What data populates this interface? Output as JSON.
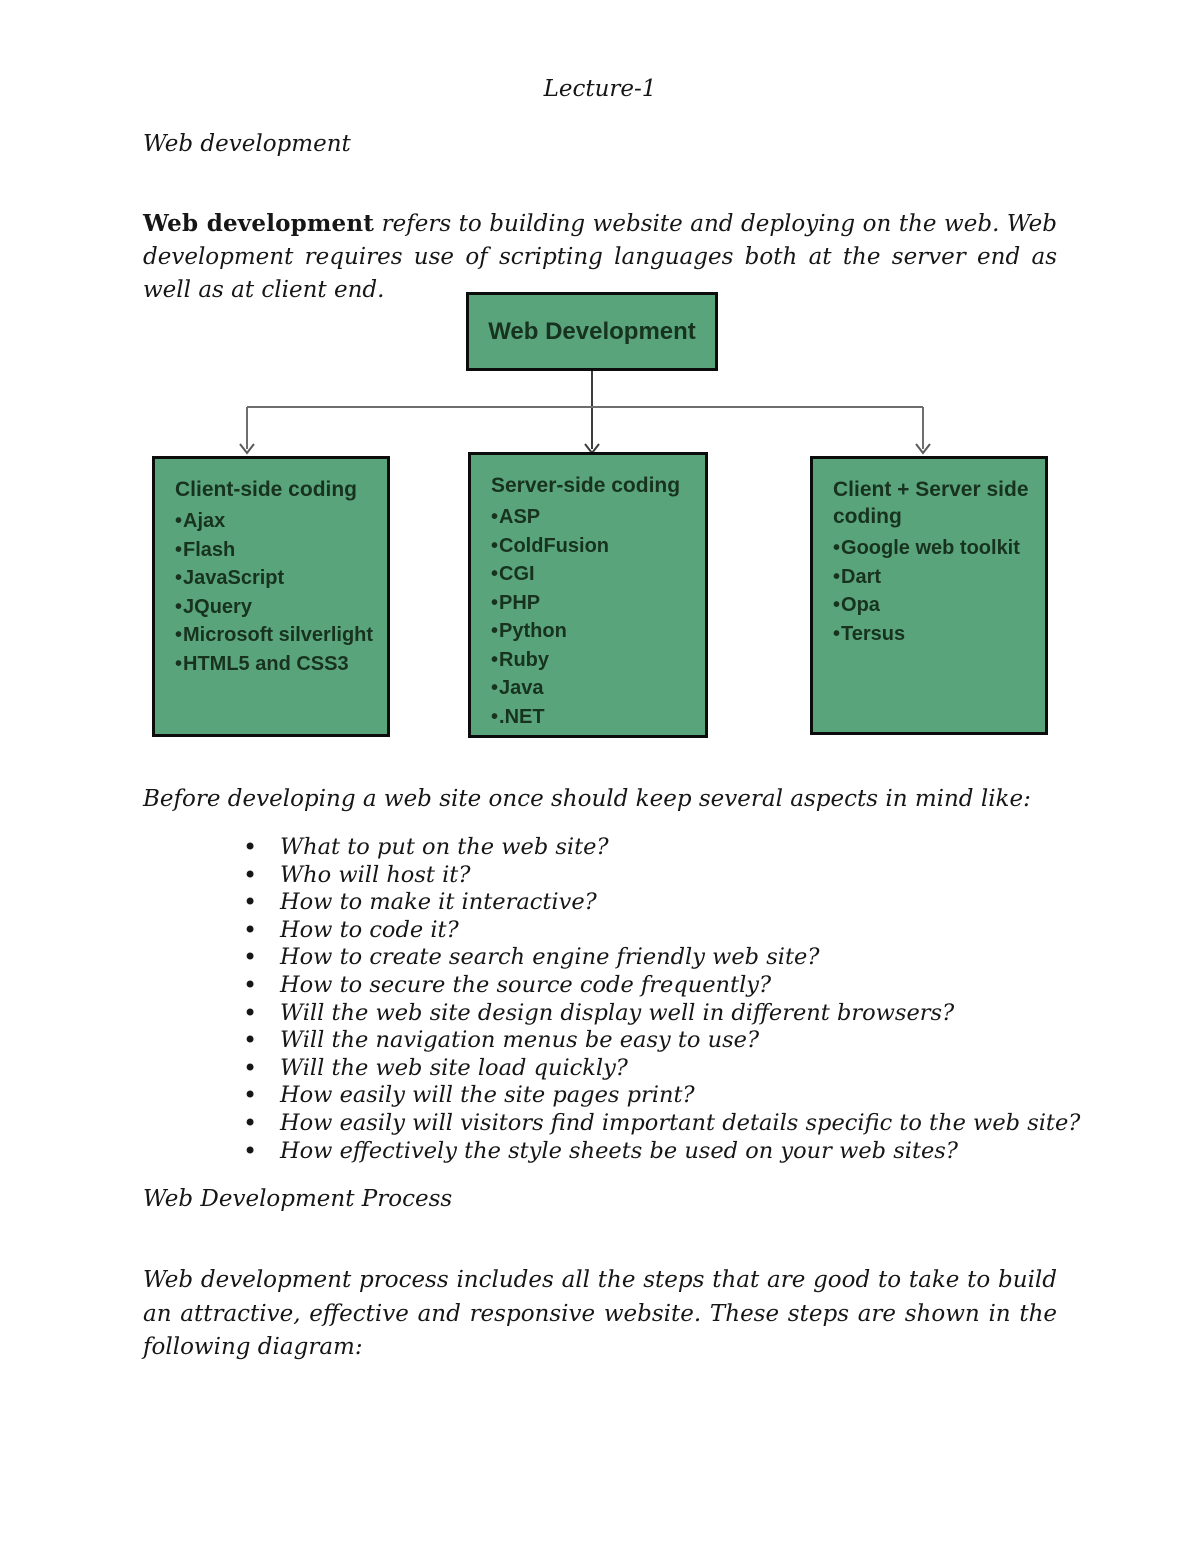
{
  "page": {
    "title": "Lecture-1",
    "heading": "Web development",
    "intro": {
      "lead": "Web development",
      "rest": " refers to building website and deploying on the web. Web development requires use of scripting languages both at the server end as well as at client end."
    },
    "diagram": {
      "root_label": "Web Development",
      "branches": [
        {
          "title": "Client-side coding",
          "items": [
            "Ajax",
            "Flash",
            "JavaScript",
            "JQuery",
            "Microsoft silverlight",
            "HTML5 and CSS3"
          ]
        },
        {
          "title": "Server-side coding",
          "items": [
            "ASP",
            "ColdFusion",
            "CGI",
            "PHP",
            "Python",
            "Ruby",
            "Java",
            ".NET"
          ]
        },
        {
          "title": "Client + Server side coding",
          "items": [
            "Google web toolkit",
            "Dart",
            "Opa",
            "Tersus"
          ]
        }
      ],
      "colors": {
        "box_fill": "#5aa47c",
        "box_border": "#0c0c0c",
        "box_text": "#17331f",
        "connector_line": "#6e6e6e",
        "center_line": "#3c3c3c"
      }
    },
    "aspects_intro": "Before developing a web site once should keep several aspects in mind like:",
    "aspects": [
      "What to put on the web site?",
      "Who will host it?",
      "How to make it interactive?",
      "How to code it?",
      "How to create search engine friendly web site?",
      "How to secure the source code frequently?",
      "Will the web site design display well in different browsers?",
      "Will the navigation menus be easy to use?",
      "Will the web site load quickly?",
      "How easily will the site pages print?",
      "How easily will visitors find important details specific to the web site?",
      "How effectively the style sheets be used on your web sites?"
    ],
    "process_heading": "Web Development Process",
    "process_paragraph": "Web development process includes all the steps that are good to take to build an attractive, effective and responsive website. These steps are shown in the following diagram:"
  }
}
